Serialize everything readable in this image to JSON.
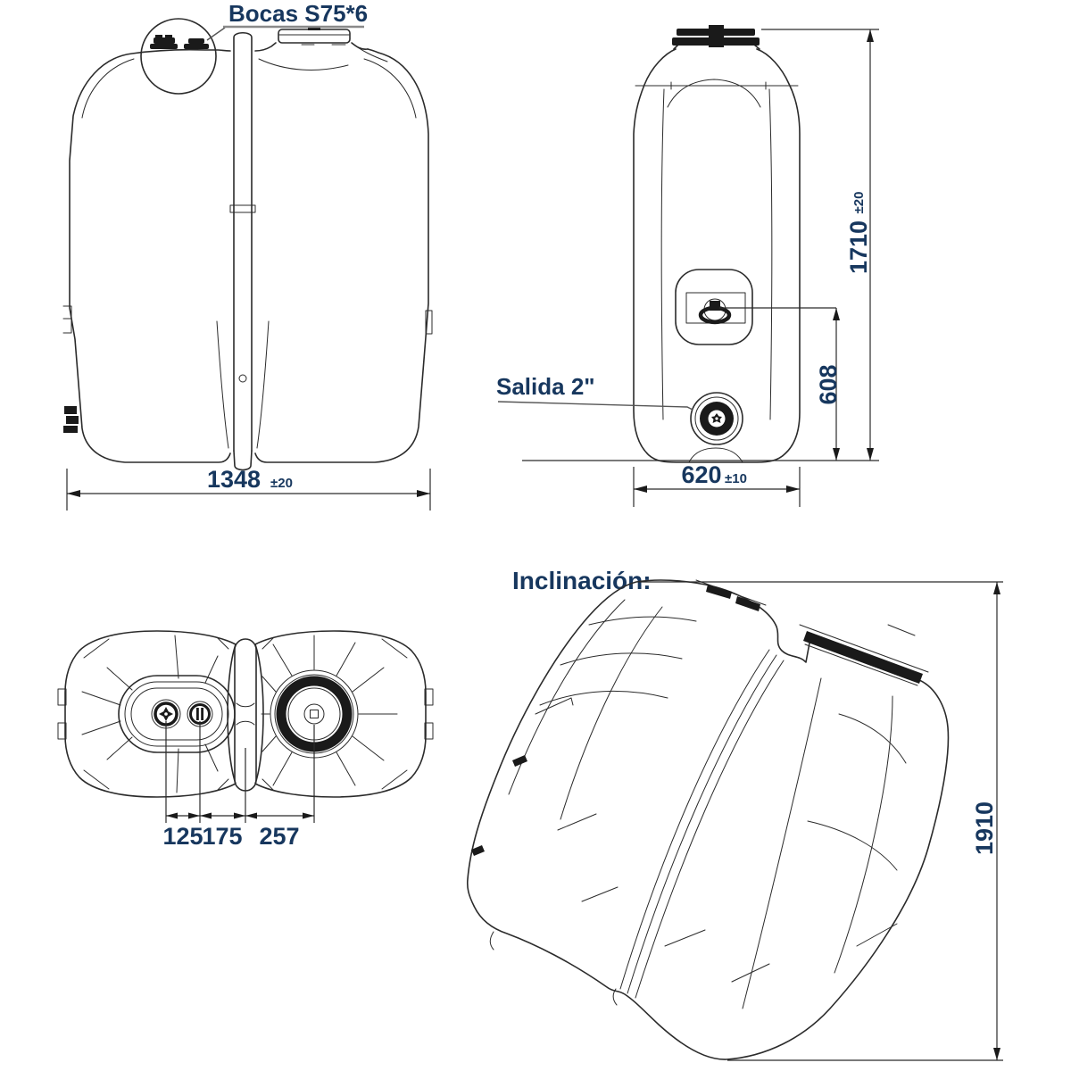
{
  "drawing": {
    "title": "Tank technical drawing with four views",
    "labels": {
      "bocas": "Bocas S75*6",
      "salida": "Salida 2\"",
      "inclinacion": "Inclinación:"
    },
    "dimensions": {
      "front_width": {
        "value": "1348",
        "tolerance": "±20"
      },
      "side_height": {
        "value": "1710",
        "tolerance": "±20"
      },
      "outlet_height": {
        "value": "608"
      },
      "side_width": {
        "value": "620",
        "tolerance": "±10"
      },
      "top_spacing_left": {
        "value": "125"
      },
      "top_spacing_mid": {
        "value": "175"
      },
      "top_spacing_right": {
        "value": "257"
      },
      "tilted_height": {
        "value": "1910"
      }
    },
    "colors": {
      "line": "#2b2b2b",
      "text": "#17375E",
      "leader": "#8a8a8a",
      "fill": "#1a1a1a",
      "background": "#ffffff"
    }
  }
}
